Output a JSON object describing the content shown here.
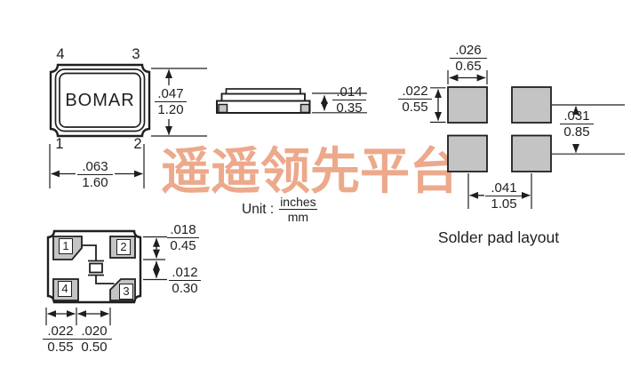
{
  "watermark": {
    "text": "遥遥领先平台",
    "color": "#ECA98B"
  },
  "unit": {
    "label": "Unit :",
    "numerator": "inches",
    "denominator": "mm"
  },
  "top_view": {
    "brand": "BOMAR",
    "pin_top_left": "4",
    "pin_top_right": "3",
    "pin_bottom_left": "1",
    "pin_bottom_right": "2",
    "height": {
      "in": ".047",
      "mm": "1.20"
    },
    "width": {
      "in": ".063",
      "mm": "1.60"
    }
  },
  "side_view": {
    "thickness": {
      "in": ".014",
      "mm": "0.35"
    }
  },
  "bottom_view": {
    "pad_top_left": "1",
    "pad_top_right": "2",
    "pad_bottom_left": "4",
    "pad_bottom_right": "3",
    "pad_height": {
      "in": ".018",
      "mm": "0.45"
    },
    "pad_gap_vertical": {
      "in": ".012",
      "mm": "0.30"
    },
    "pad_width": {
      "in": ".022",
      "mm": "0.55"
    },
    "pad_gap_horizontal": {
      "in": ".020",
      "mm": "0.50"
    }
  },
  "pad_layout": {
    "title": "Solder pad layout",
    "pad_width": {
      "in": ".026",
      "mm": "0.65"
    },
    "pad_height": {
      "in": ".022",
      "mm": "0.55"
    },
    "vertical_pitch": {
      "in": ".031",
      "mm": "0.85"
    },
    "horizontal_pitch": {
      "in": ".041",
      "mm": "1.05"
    }
  },
  "colors": {
    "line": "#1F1F1F",
    "pad_fill": "#C4C4C4",
    "watermark": "#ECA98B"
  }
}
